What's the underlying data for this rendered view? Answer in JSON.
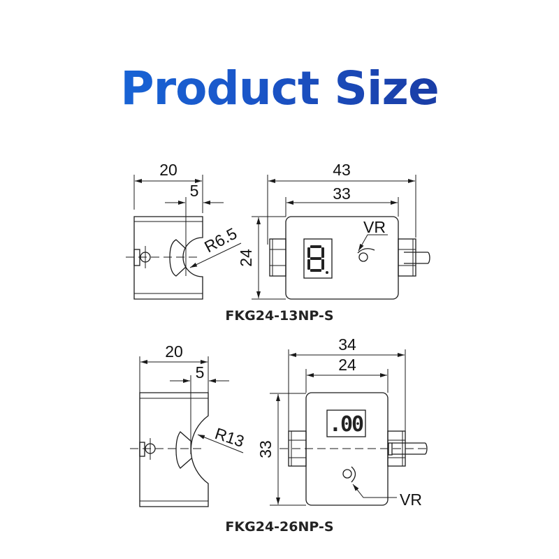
{
  "title": "Product Size",
  "colors": {
    "title_start": "#1670e0",
    "title_end": "#1a2d8f",
    "line": "#1a1a1a"
  },
  "models": [
    {
      "label": "FKG24-13NP-S",
      "side_view": {
        "width": "20",
        "offset": "5",
        "radius": "R6.5"
      },
      "front_view": {
        "overall_width": "43",
        "body_width": "33",
        "height": "24",
        "adjuster": "VR",
        "display": "8."
      }
    },
    {
      "label": "FKG24-26NP-S",
      "side_view": {
        "width": "20",
        "offset": "5",
        "radius": "R13"
      },
      "front_view": {
        "overall_width": "34",
        "body_width": "24",
        "height": "33",
        "adjuster": "VR",
        "display": ".00"
      }
    }
  ]
}
